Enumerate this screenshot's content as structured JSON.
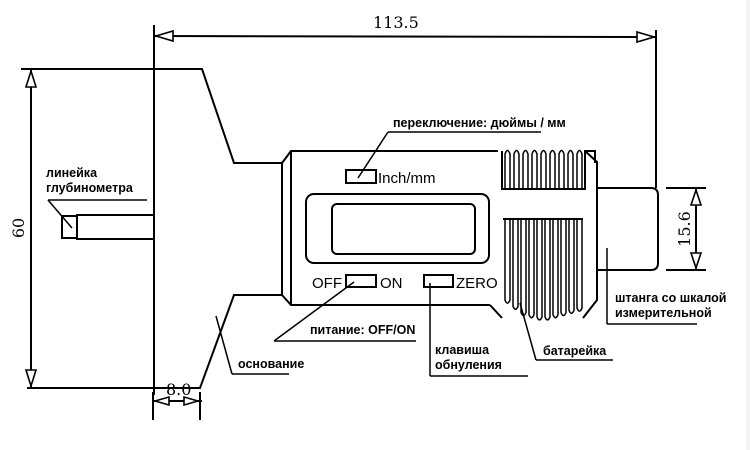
{
  "diagram": {
    "title": "Digital tread depth gauge — dimensional drawing",
    "dimensions": {
      "overall_length": "113.5",
      "height": "60",
      "base_thickness": "8.0",
      "bar_height": "15.6"
    },
    "device_labels": {
      "inch_mm": "Inch/mm",
      "off": "OFF",
      "on": "ON",
      "zero": "ZERO"
    },
    "callouts": {
      "unit_switch": "переключение: дюймы / мм",
      "depth_ruler_line1": "линейка",
      "depth_ruler_line2": "глубинометра",
      "power": "питание: OFF/ON",
      "base": "основание",
      "zero_key_line1": "клавиша",
      "zero_key_line2": "обнуления",
      "battery": "батарейка",
      "bar_line1": "штанга со шкалой",
      "bar_line2": "измерительной"
    },
    "colors": {
      "line": "#000000",
      "background": "#ffffff"
    }
  }
}
